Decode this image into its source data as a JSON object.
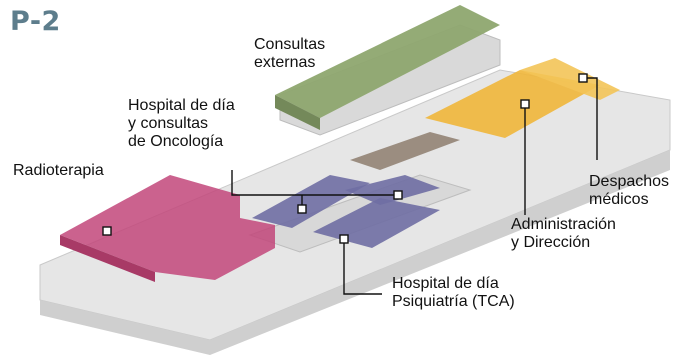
{
  "floor": "P-2",
  "areas": {
    "consultas_externas": "Consultas\nexternas",
    "hospital_dia_oncologia": "Hospital de día\ny consultas\nde Oncología",
    "radioterapia": "Radioterapia",
    "despachos_medicos": "Despachos\nmédicos",
    "administracion_direccion": "Administración\ny Dirección",
    "hospital_dia_psiquiatria": "Hospital de día\nPsiquiatría (TCA)"
  },
  "colors": {
    "title": "#5d7d8c",
    "consultas_externas": "#8ea66f",
    "hospital_dia": "#6f6ea3",
    "radioterapia": "#c2477a",
    "administracion": "#f0b63a",
    "building": "#dcdcdc"
  }
}
